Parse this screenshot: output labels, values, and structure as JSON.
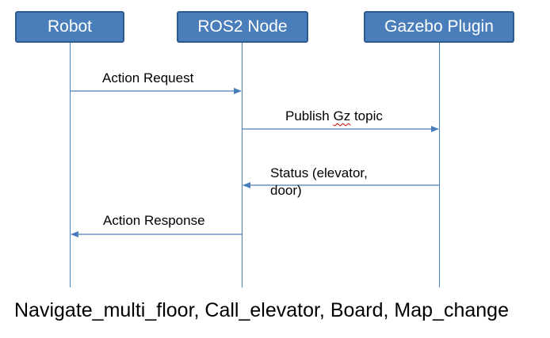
{
  "actors": {
    "robot": "Robot",
    "ros2_node": "ROS2 Node",
    "gazebo_plugin": "Gazebo Plugin"
  },
  "messages": {
    "action_request": "Action Request",
    "publish_gz_topic_prefix": "Publish ",
    "publish_gz_topic_word": "Gz",
    "publish_gz_topic_suffix": " topic",
    "status_line1": "Status (elevator,",
    "status_line2": "door)",
    "action_response": "Action Response"
  },
  "footer": "Navigate_multi_floor, Call_elevator, Board, Map_change",
  "colors": {
    "actor_fill": "#4a7ebb",
    "actor_border": "#2f5a8f",
    "line": "#4a7ebb"
  }
}
